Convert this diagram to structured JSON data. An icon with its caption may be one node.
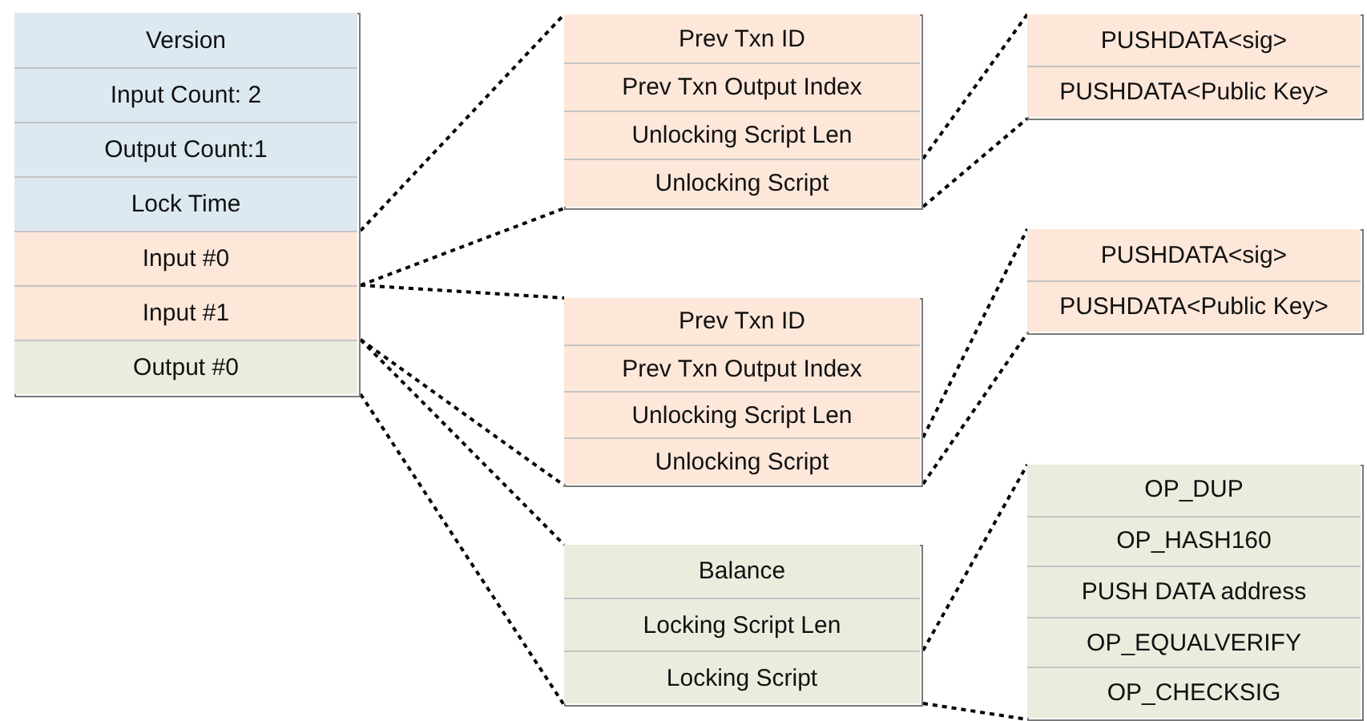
{
  "diagram": {
    "nodes": [
      {
        "text": [],
        "shape": "box"
      },
      {
        "text": [
          "Version"
        ],
        "in": 0
      },
      {
        "text": [
          "Input Count: 2"
        ],
        "in": 0
      },
      {
        "text": [
          "Output Count:1"
        ],
        "in": 0
      },
      {
        "text": [
          "Lock Time"
        ],
        "in": 0
      },
      {
        "text": [
          "Input #0"
        ],
        "in": 0
      },
      {
        "text": [
          "Input #1"
        ],
        "in": 0
      },
      {
        "text": [
          "Output #0"
        ],
        "in": 0
      },
      {
        "text": [],
        "shape": "box"
      },
      {
        "text": [
          "Prev Txn ID"
        ],
        "in": 8
      },
      {
        "text": [
          "Prev Txn Output Index"
        ],
        "in": 8
      },
      {
        "text": [
          "Unlocking Script Len"
        ],
        "in": 8
      },
      {
        "text": [
          "Unlocking Script"
        ],
        "in": 8
      },
      {
        "text": [],
        "shape": "box"
      },
      {
        "text": [
          "PUSHDATA<sig>"
        ],
        "in": 13
      },
      {
        "text": [
          "PUSHDATA<Public Key>"
        ],
        "in": 13
      },
      {
        "text": [],
        "shape": "box"
      },
      {
        "text": [
          "Prev Txn ID"
        ],
        "in": 16
      },
      {
        "text": [
          "Prev Txn Output Index"
        ],
        "in": 16
      },
      {
        "text": [
          "Unlocking Script Len"
        ],
        "in": 16
      },
      {
        "text": [
          "Unlocking Script"
        ],
        "in": 16
      },
      {
        "text": [],
        "shape": "box"
      },
      {
        "text": [
          "PUSHDATA<sig>"
        ],
        "in": 21
      },
      {
        "text": [
          "PUSHDATA<Public Key>"
        ],
        "in": 21
      },
      {
        "text": [],
        "shape": "box"
      },
      {
        "text": [
          "Balance"
        ],
        "in": 24
      },
      {
        "text": [
          "Locking Script Len"
        ],
        "in": 24
      },
      {
        "text": [
          "Locking Script"
        ],
        "in": 24
      },
      {
        "text": [],
        "shape": "box"
      },
      {
        "text": [
          "OP_DUP"
        ],
        "in": 28
      },
      {
        "text": [
          "OP_HASH160"
        ],
        "in": 28
      },
      {
        "text": [
          "PUSH DATA address"
        ],
        "in": 28
      },
      {
        "text": [
          "OP_EQUALVERIFY"
        ],
        "in": 28
      },
      {
        "text": [
          "OP_CHECKSIG"
        ],
        "in": 28
      }
    ],
    "edges": [
      {
        "from": 5,
        "to": 8,
        "arrow": "none",
        "style": "dashed"
      },
      {
        "from": 5,
        "to": 8,
        "arrow": "none",
        "style": "dashed"
      },
      {
        "from": 6,
        "to": 16,
        "arrow": "none",
        "style": "dashed"
      },
      {
        "from": 6,
        "to": 16,
        "arrow": "none",
        "style": "dashed"
      },
      {
        "from": 7,
        "to": 24,
        "arrow": "none",
        "style": "dashed"
      },
      {
        "from": 7,
        "to": 24,
        "arrow": "none",
        "style": "dashed"
      },
      {
        "from": 12,
        "to": 13,
        "arrow": "none",
        "style": "dashed"
      },
      {
        "from": 12,
        "to": 13,
        "arrow": "none",
        "style": "dashed"
      },
      {
        "from": 20,
        "to": 21,
        "arrow": "none",
        "style": "dashed"
      },
      {
        "from": 20,
        "to": 21,
        "arrow": "none",
        "style": "dashed"
      },
      {
        "from": 27,
        "to": 28,
        "arrow": "none",
        "style": "dashed"
      },
      {
        "from": 27,
        "to": 28,
        "arrow": "none",
        "style": "dashed"
      }
    ]
  }
}
